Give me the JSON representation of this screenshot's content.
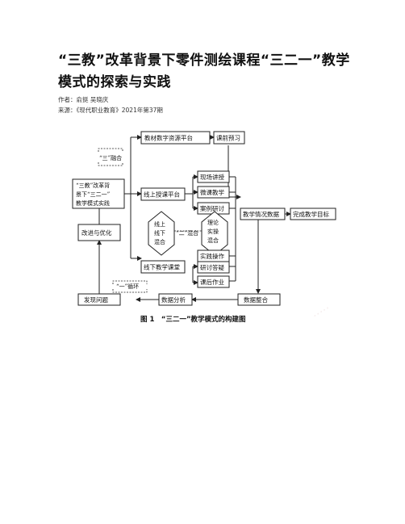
{
  "article": {
    "title": "“三教”改革背景下零件测绘课程“三二一”教学模式的探索与实践",
    "authors": "作者：俞挺 吴晓庆",
    "source": "来源：《现代职业教育》2021年第37期"
  },
  "figure": {
    "caption": "图 1　“三二一”教学模式的构建图",
    "nodes": {
      "resource_platform": "教材数字资源平台",
      "preview": "课前预习",
      "san_ronghe": "“三”融合",
      "sanjiao_line1": "“三教”改革背",
      "sanjiao_line2": "景下“三二一”",
      "sanjiao_line3": "教学模式实践",
      "online_platform": "线上授课平台",
      "live": "现场讲授",
      "micro": "微课教学",
      "case": "案例研讨",
      "blend_left": [
        "线上",
        "线下",
        "混合"
      ],
      "blend_right": [
        "理论",
        "实操",
        "混合"
      ],
      "er_hunhe": "“二”混合",
      "improve": "改进与优化",
      "teaching_data": "教学情况数据",
      "goal": "完成教学目标",
      "offline_class": "线下教学课堂",
      "practice": "实践操作",
      "discuss": "研讨答疑",
      "homework": "课后作业",
      "yi_xunhuan": "“一”循环",
      "find_problem": "发现问题",
      "analysis": "数据分析",
      "integrate": "数据整合"
    }
  }
}
